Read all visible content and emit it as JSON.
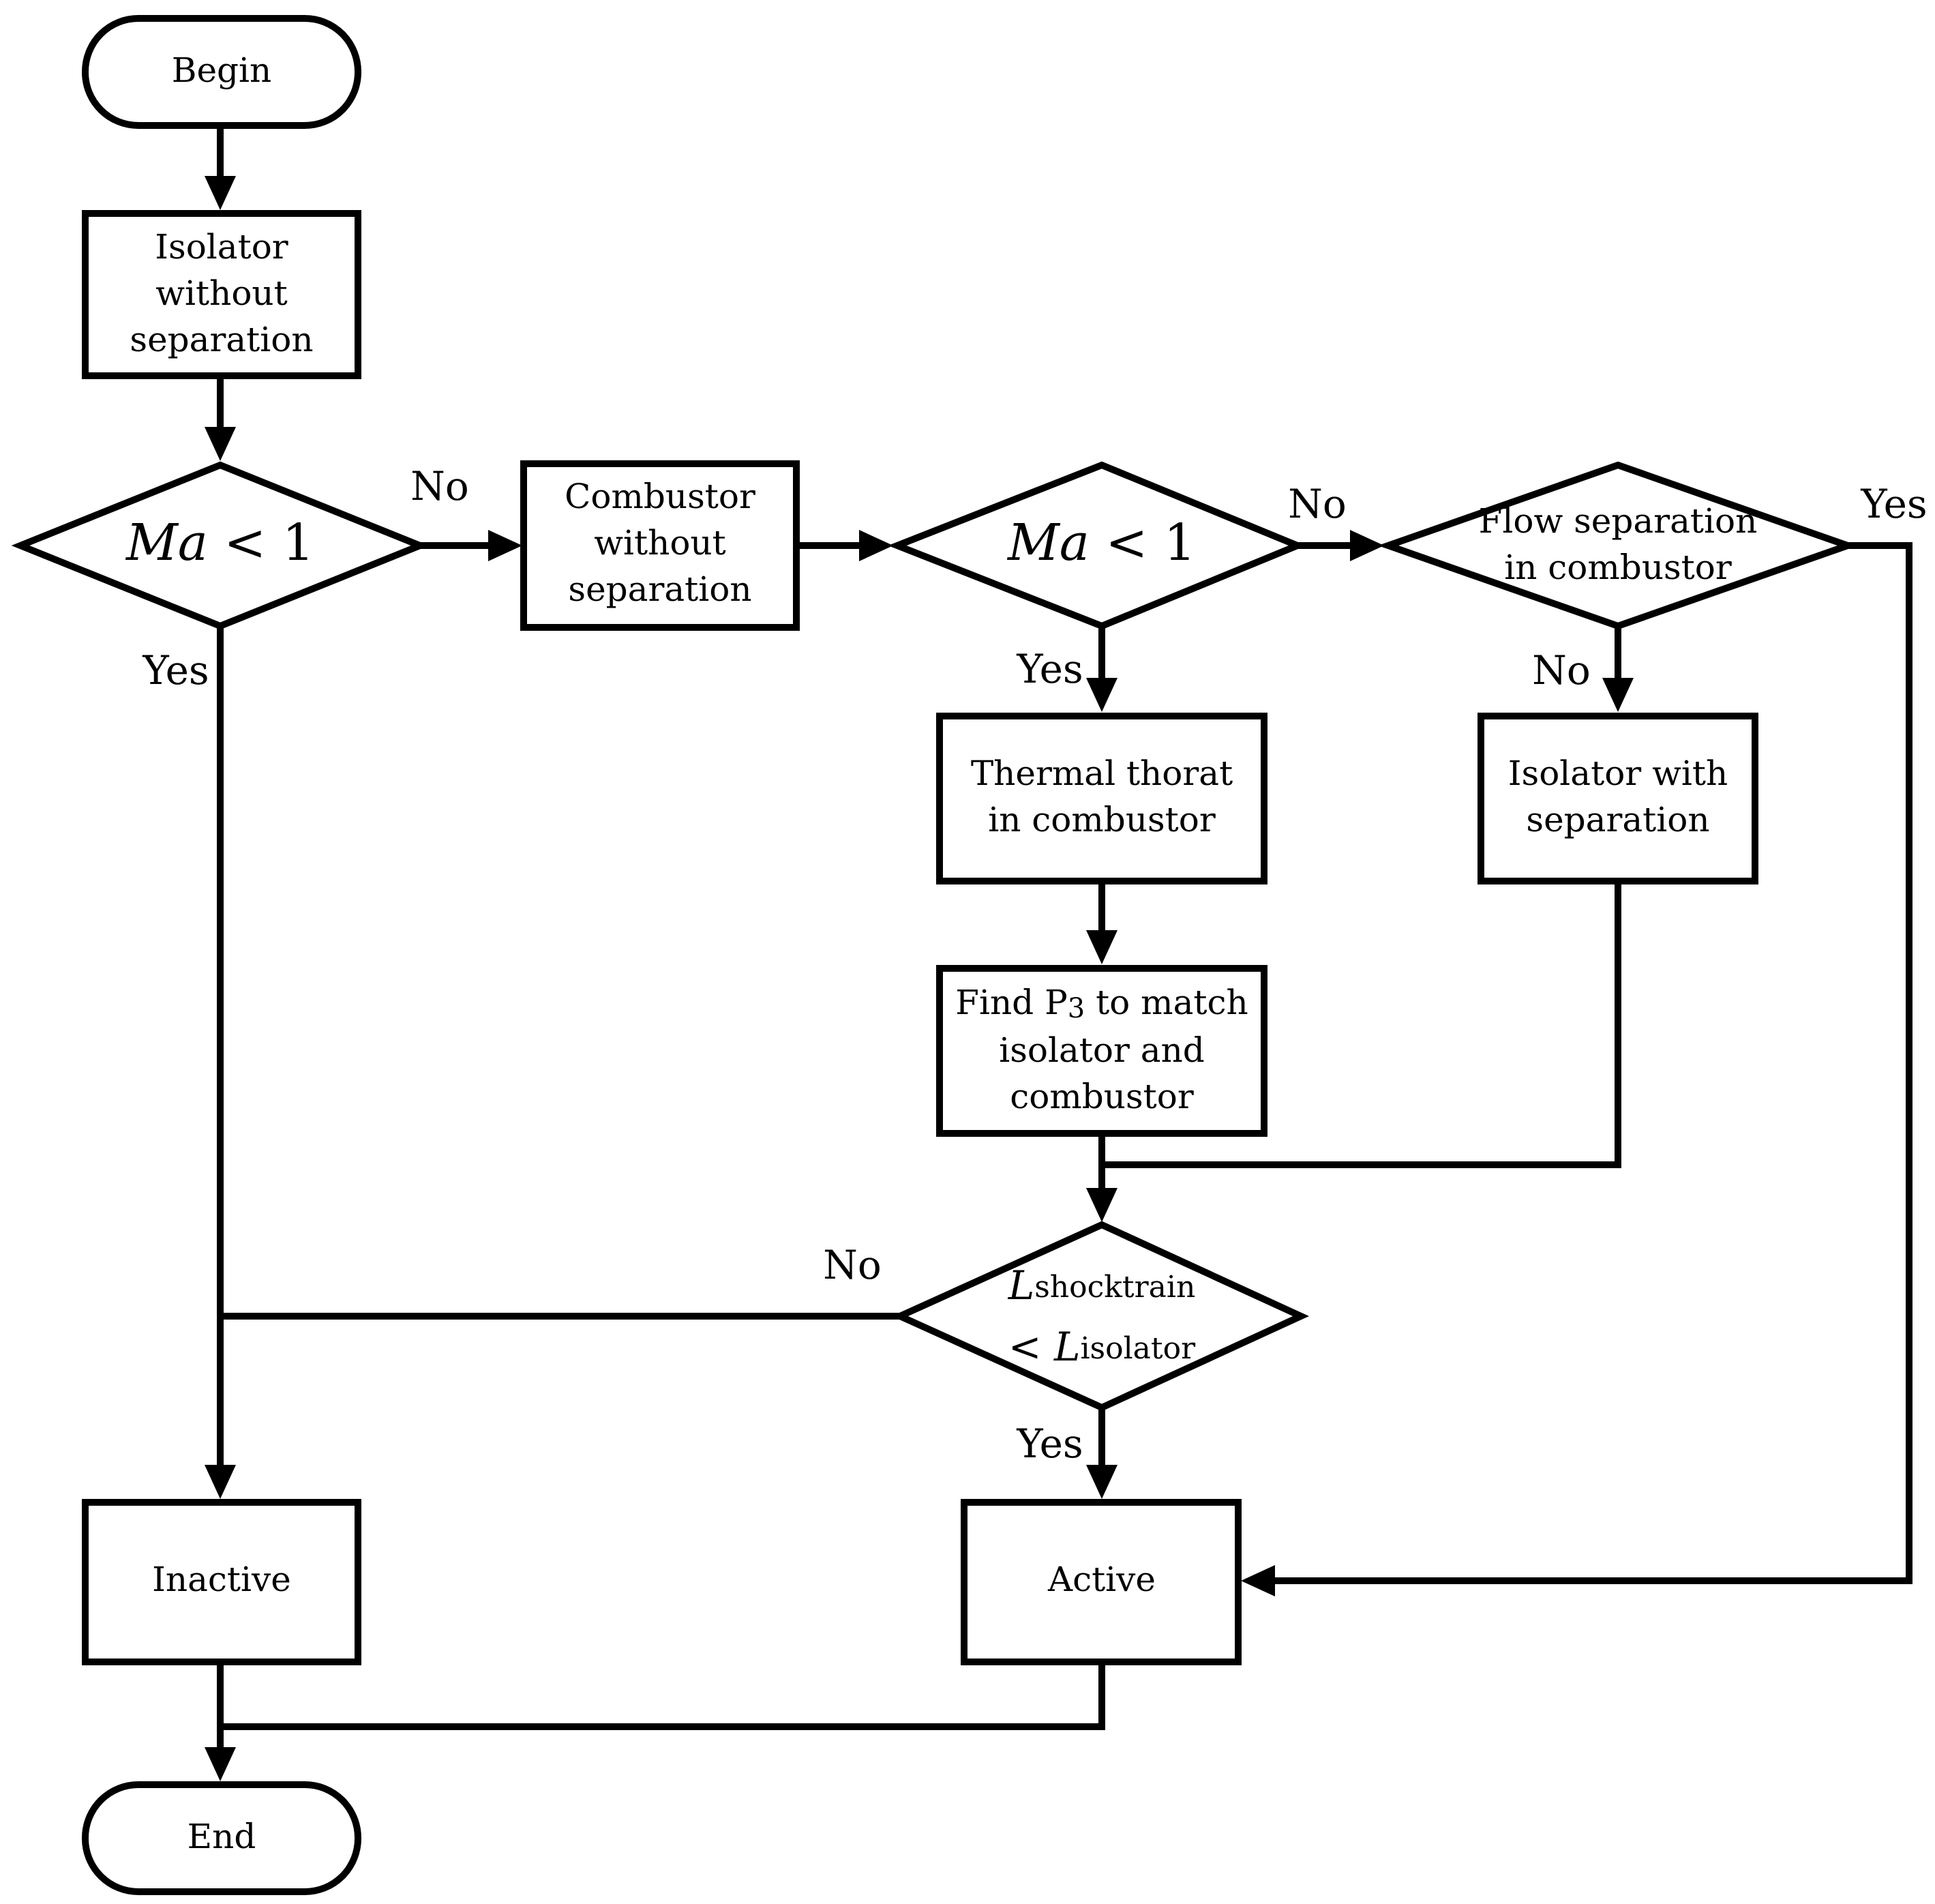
{
  "nodes": {
    "begin": {
      "label": "Begin"
    },
    "isolator_without_separation": {
      "lines": [
        "Isolator",
        "without",
        "separation"
      ]
    },
    "decision_ma_isolator": {
      "var": "Ma",
      "op": "< 1"
    },
    "combustor_without_separation": {
      "lines": [
        "Combustor",
        "without",
        "separation"
      ]
    },
    "decision_ma_combustor": {
      "var": "Ma",
      "op": "< 1"
    },
    "decision_flow_separation": {
      "lines": [
        "Flow separation",
        "in combustor"
      ]
    },
    "thermal_throat": {
      "lines": [
        "Thermal thorat",
        "in combustor"
      ]
    },
    "isolator_with_separation": {
      "lines": [
        "Isolator with",
        "separation"
      ]
    },
    "find_p3": {
      "line1_prefix": "Find P",
      "line1_subscript": "3",
      "line1_suffix": " to match",
      "lines_rest": [
        "isolator and",
        "combustor"
      ]
    },
    "decision_shocktrain": {
      "lhs_var": "L",
      "lhs_sub": "shocktrain",
      "op": "< ",
      "rhs_var": "L",
      "rhs_sub": "isolator"
    },
    "inactive": {
      "label": "Inactive"
    },
    "active": {
      "label": "Active"
    },
    "end": {
      "label": "End"
    }
  },
  "edge_labels": {
    "ma1_no": "No",
    "ma1_yes": "Yes",
    "ma2_no": "No",
    "ma2_yes": "Yes",
    "flowsep_yes": "Yes",
    "flowsep_no": "No",
    "shock_no": "No",
    "shock_yes": "Yes"
  }
}
